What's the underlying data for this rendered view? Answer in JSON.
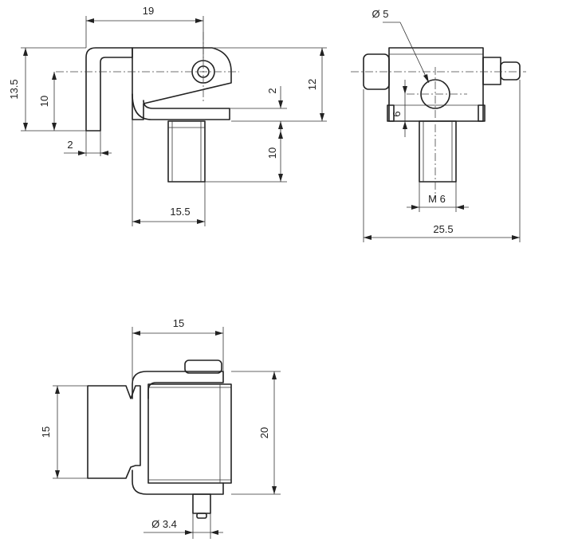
{
  "drawing": {
    "side_view": {
      "dim_overall_width": "19",
      "dim_overall_height": "13.5",
      "dim_pin_height": "10",
      "dim_wall_thickness": "2",
      "dim_base_width": "15.5",
      "dim_right_height": "12",
      "dim_step": "2",
      "dim_stud_length": "10"
    },
    "front_view": {
      "dim_hole_diameter": "Ø 5",
      "dim_hole_offset": "6",
      "dim_thread": "M 6",
      "dim_overall_width": "25.5"
    },
    "top_view": {
      "dim_width": "15",
      "dim_body_height": "15",
      "dim_overall_height": "20",
      "dim_pin_diameter": "Ø 3.4"
    }
  }
}
